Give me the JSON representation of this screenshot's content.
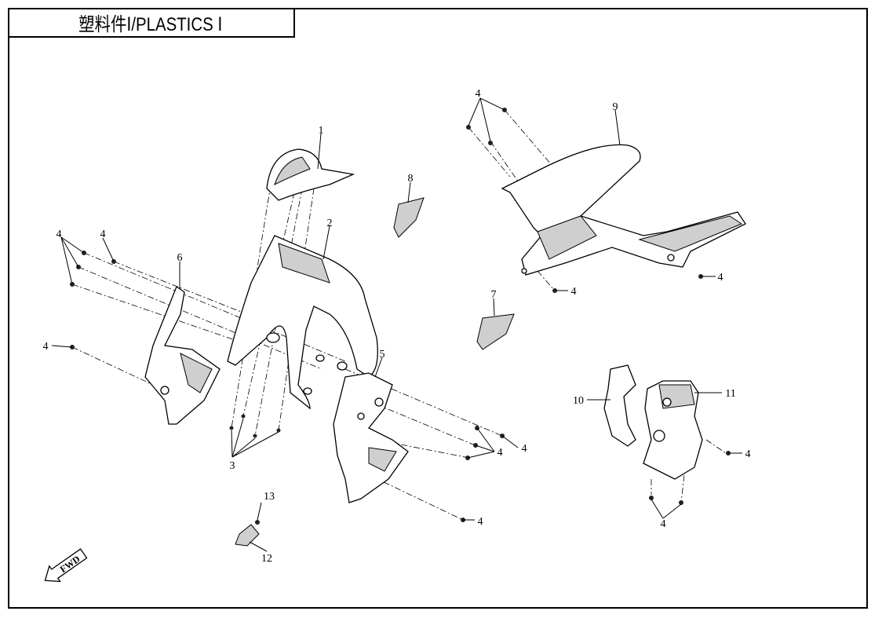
{
  "title": "塑料件Ⅰ/PLASTICS Ⅰ",
  "fwd_label": "FWD",
  "callouts": {
    "c1": "1",
    "c2": "2",
    "c3": "3",
    "c5": "5",
    "c6": "6",
    "c7": "7",
    "c8": "8",
    "c9": "9",
    "c10": "10",
    "c11": "11",
    "c12": "12",
    "c13": "13",
    "c4": "4"
  }
}
